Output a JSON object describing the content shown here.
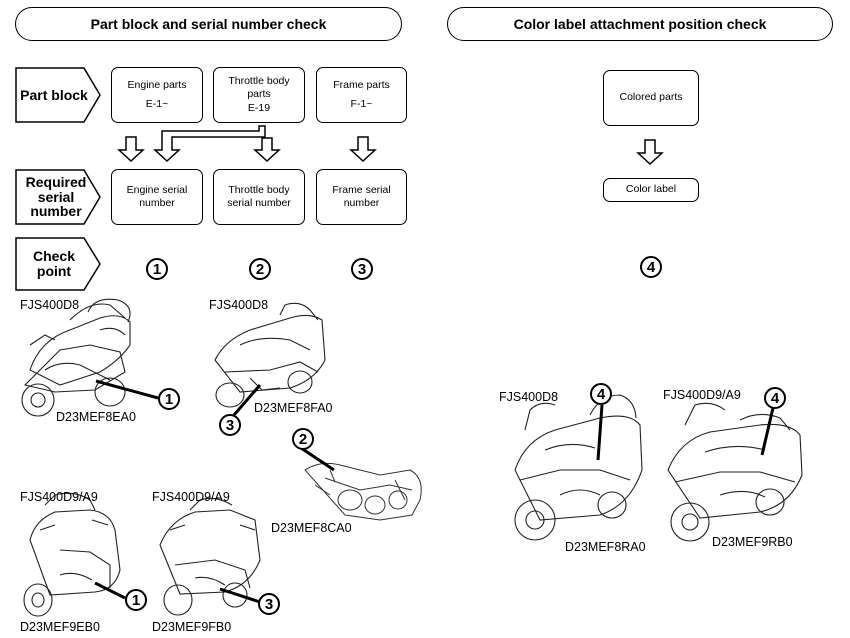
{
  "headers": {
    "left": "Part block and serial number check",
    "right": "Color label attachment position check"
  },
  "row_labels": {
    "part_block": "Part block",
    "required_serial_l1": "Required",
    "required_serial_l2": "serial",
    "required_serial_l3": "number",
    "check_point_l1": "Check",
    "check_point_l2": "point"
  },
  "part_blocks": [
    {
      "line1": "Engine parts",
      "line2": "",
      "line3": "E-1~"
    },
    {
      "line1": "Throttle body",
      "line2": "parts",
      "line3": "E-19"
    },
    {
      "line1": "Frame parts",
      "line2": "",
      "line3": "F-1~"
    }
  ],
  "serial_blocks": [
    {
      "line1": "Engine serial",
      "line2": "number"
    },
    {
      "line1": "Throttle body",
      "line2": "serial number"
    },
    {
      "line1": "Frame serial",
      "line2": "number"
    }
  ],
  "color_flow": {
    "colored_parts": "Colored parts",
    "color_label": "Color label"
  },
  "check_numbers": [
    "1",
    "2",
    "3",
    "4"
  ],
  "figures": {
    "fig1_model": "FJS400D8",
    "fig1_code": "D23MEF8EA0",
    "fig2_model": "FJS400D8",
    "fig2_code": "D23MEF8FA0",
    "fig3_code": "D23MEF8CA0",
    "fig4_model": "FJS400D9/A9",
    "fig4_code": "D23MEF9EB0",
    "fig5_model": "FJS400D9/A9",
    "fig5_code": "D23MEF9FB0",
    "fig6_model": "FJS400D8",
    "fig6_code": "D23MEF8RA0",
    "fig7_model": "FJS400D9/A9",
    "fig7_code": "D23MEF9RB0"
  }
}
